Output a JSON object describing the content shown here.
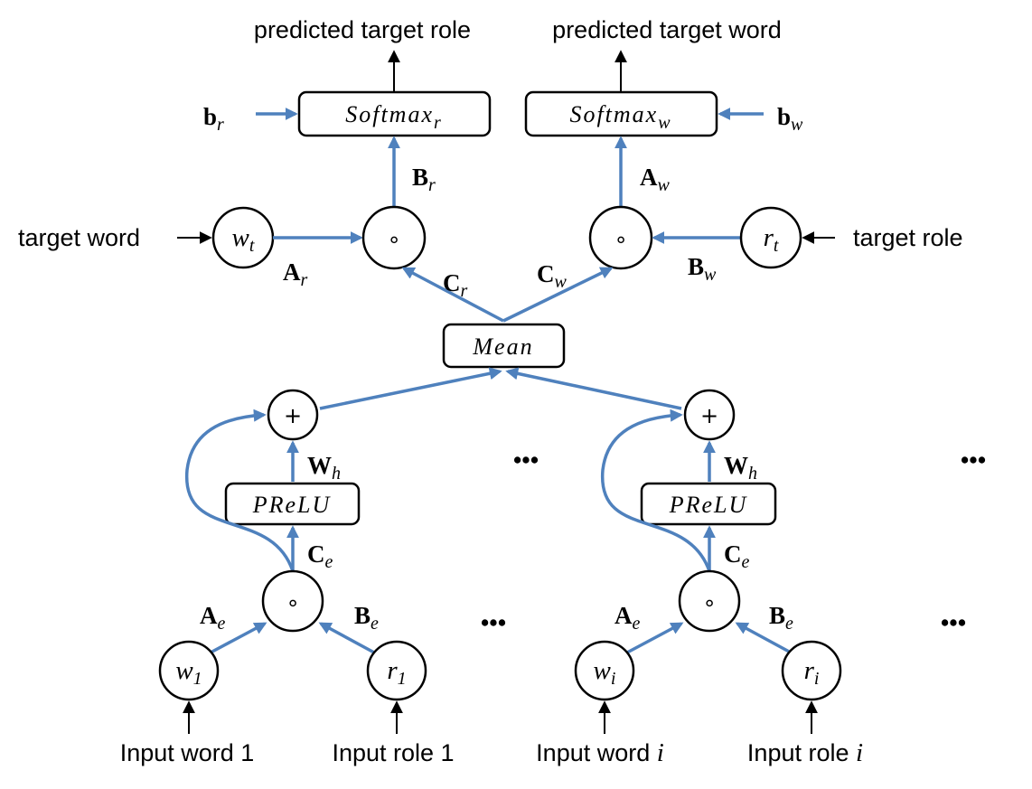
{
  "outputs": {
    "predicted_role": "predicted target role",
    "predicted_word": "predicted target word"
  },
  "boxes": {
    "softmax_r": {
      "main": "Softmax",
      "sub": "r"
    },
    "softmax_w": {
      "main": "Softmax",
      "sub": "w"
    },
    "mean": "Mean",
    "prelu_1": "PReLU",
    "prelu_i": "PReLU"
  },
  "weights": {
    "b_r": {
      "main": "b",
      "sub": "r"
    },
    "b_w": {
      "main": "b",
      "sub": "w"
    },
    "B_r": {
      "main": "B",
      "sub": "r"
    },
    "A_w": {
      "main": "A",
      "sub": "w"
    },
    "A_r": {
      "main": "A",
      "sub": "r"
    },
    "B_w": {
      "main": "B",
      "sub": "w"
    },
    "C_r": {
      "main": "C",
      "sub": "r"
    },
    "C_w": {
      "main": "C",
      "sub": "w"
    },
    "W_h_1": {
      "main": "W",
      "sub": "h"
    },
    "W_h_i": {
      "main": "W",
      "sub": "h"
    },
    "C_e_1": {
      "main": "C",
      "sub": "e"
    },
    "C_e_i": {
      "main": "C",
      "sub": "e"
    },
    "A_e_1": {
      "main": "A",
      "sub": "e"
    },
    "B_e_1": {
      "main": "B",
      "sub": "e"
    },
    "A_e_i": {
      "main": "A",
      "sub": "e"
    },
    "B_e_i": {
      "main": "B",
      "sub": "e"
    }
  },
  "nodes": {
    "w_t": {
      "main": "w",
      "sub": "t"
    },
    "r_t": {
      "main": "r",
      "sub": "t"
    },
    "hadamard": "∘",
    "plus": "+",
    "w_1": {
      "main": "w",
      "sub": "1"
    },
    "r_1": {
      "main": "r",
      "sub": "1"
    },
    "w_i": {
      "main": "w",
      "sub": "i"
    },
    "r_i": {
      "main": "r",
      "sub": "i"
    }
  },
  "inputs": {
    "target_word": "target word",
    "target_role": "target role",
    "input_word_1": "Input word 1",
    "input_role_1": "Input role 1",
    "input_word_i_prefix": "Input word ",
    "input_role_i_prefix": "Input role ",
    "italic_i": "i"
  },
  "ellipsis": "•••",
  "colors": {
    "arrow": "#4f81bd",
    "stroke": "#000000"
  }
}
